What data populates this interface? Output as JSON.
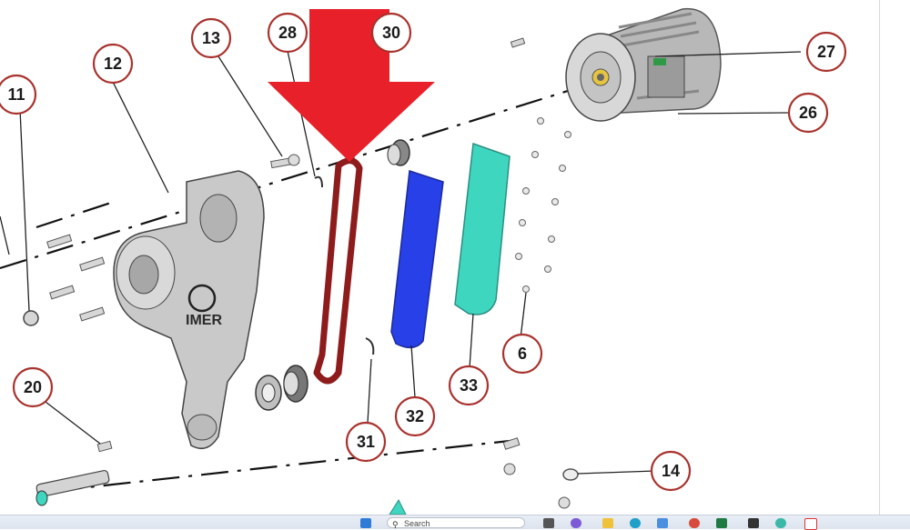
{
  "callouts": [
    {
      "id": "11",
      "label": "11"
    },
    {
      "id": "12",
      "label": "12"
    },
    {
      "id": "13",
      "label": "13"
    },
    {
      "id": "28",
      "label": "28"
    },
    {
      "id": "30",
      "label": "30"
    },
    {
      "id": "27",
      "label": "27"
    },
    {
      "id": "26",
      "label": "26"
    },
    {
      "id": "6",
      "label": "6"
    },
    {
      "id": "33",
      "label": "33"
    },
    {
      "id": "32",
      "label": "32"
    },
    {
      "id": "31",
      "label": "31"
    },
    {
      "id": "20",
      "label": "20"
    },
    {
      "id": "14",
      "label": "14"
    }
  ],
  "logo": {
    "text": "IMER"
  },
  "taskbar": {
    "search_placeholder": "Search"
  },
  "colors": {
    "arrow": "#e8202a",
    "belt": "#8e1c1c",
    "gasket_blue": "#2840e8",
    "gasket_green": "#3fd6bf",
    "callout_border": "#a8322d",
    "housing": "#c9c9c9"
  }
}
